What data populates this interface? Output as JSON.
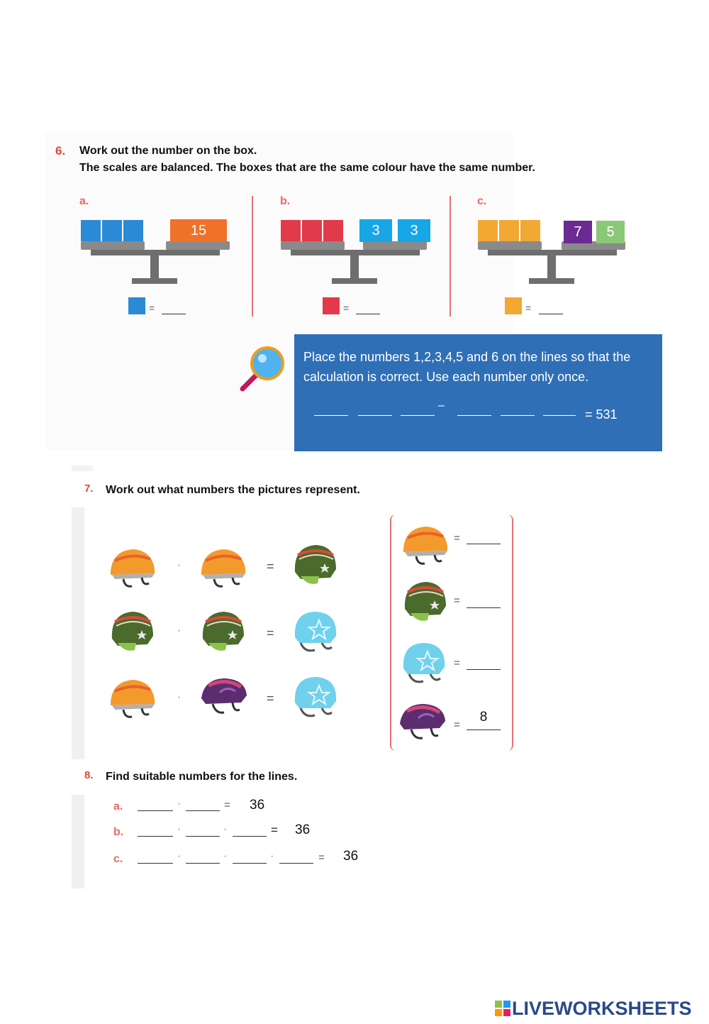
{
  "q6": {
    "number": "6.",
    "title": "Work out the number on the box.",
    "subtitle": "The scales are balanced. The boxes that are the same colour have the same number.",
    "parts": [
      {
        "label": "a.",
        "color": "#2a8ad6",
        "box_count": 3,
        "right_values": [
          "15"
        ],
        "right_colors": [
          "#f0712a"
        ]
      },
      {
        "label": "b.",
        "color": "#e23a4a",
        "box_count": 3,
        "right_values": [
          "3",
          "3"
        ],
        "right_colors": [
          "#17a6e6",
          "#17a6e6"
        ]
      },
      {
        "label": "c.",
        "color": "#f3a833",
        "box_count": 3,
        "right_values": [
          "7",
          "5"
        ],
        "right_colors": [
          "#6b2a94",
          "#8cc878"
        ]
      }
    ],
    "equals": "="
  },
  "puzzle": {
    "text": "Place the numbers 1,2,3,4,5 and 6 on the lines so that the calculation is correct. Use each number only once.",
    "minus": "–",
    "result": "= 531",
    "panel_color": "#2f6fb6"
  },
  "q7": {
    "number": "7.",
    "title": "Work out what numbers the pictures represent.",
    "equals": "=",
    "dot": "·",
    "rows": [
      [
        "orange-helmet",
        "orange-helmet",
        "green-helmet"
      ],
      [
        "green-helmet",
        "green-helmet",
        "blue-helmet"
      ],
      [
        "orange-helmet",
        "purple-helmet",
        "blue-helmet"
      ]
    ],
    "answers": [
      {
        "icon": "orange-helmet",
        "value": ""
      },
      {
        "icon": "green-helmet",
        "value": ""
      },
      {
        "icon": "blue-helmet",
        "value": ""
      },
      {
        "icon": "purple-helmet",
        "value": "8"
      }
    ]
  },
  "q8": {
    "number": "8.",
    "title": "Find suitable numbers for the lines.",
    "parts": [
      {
        "label": "a.",
        "result": "36"
      },
      {
        "label": "b.",
        "result": "36"
      },
      {
        "label": "c.",
        "result": "36"
      }
    ]
  },
  "brand": {
    "name": "LIVEWORKSHEETS"
  }
}
